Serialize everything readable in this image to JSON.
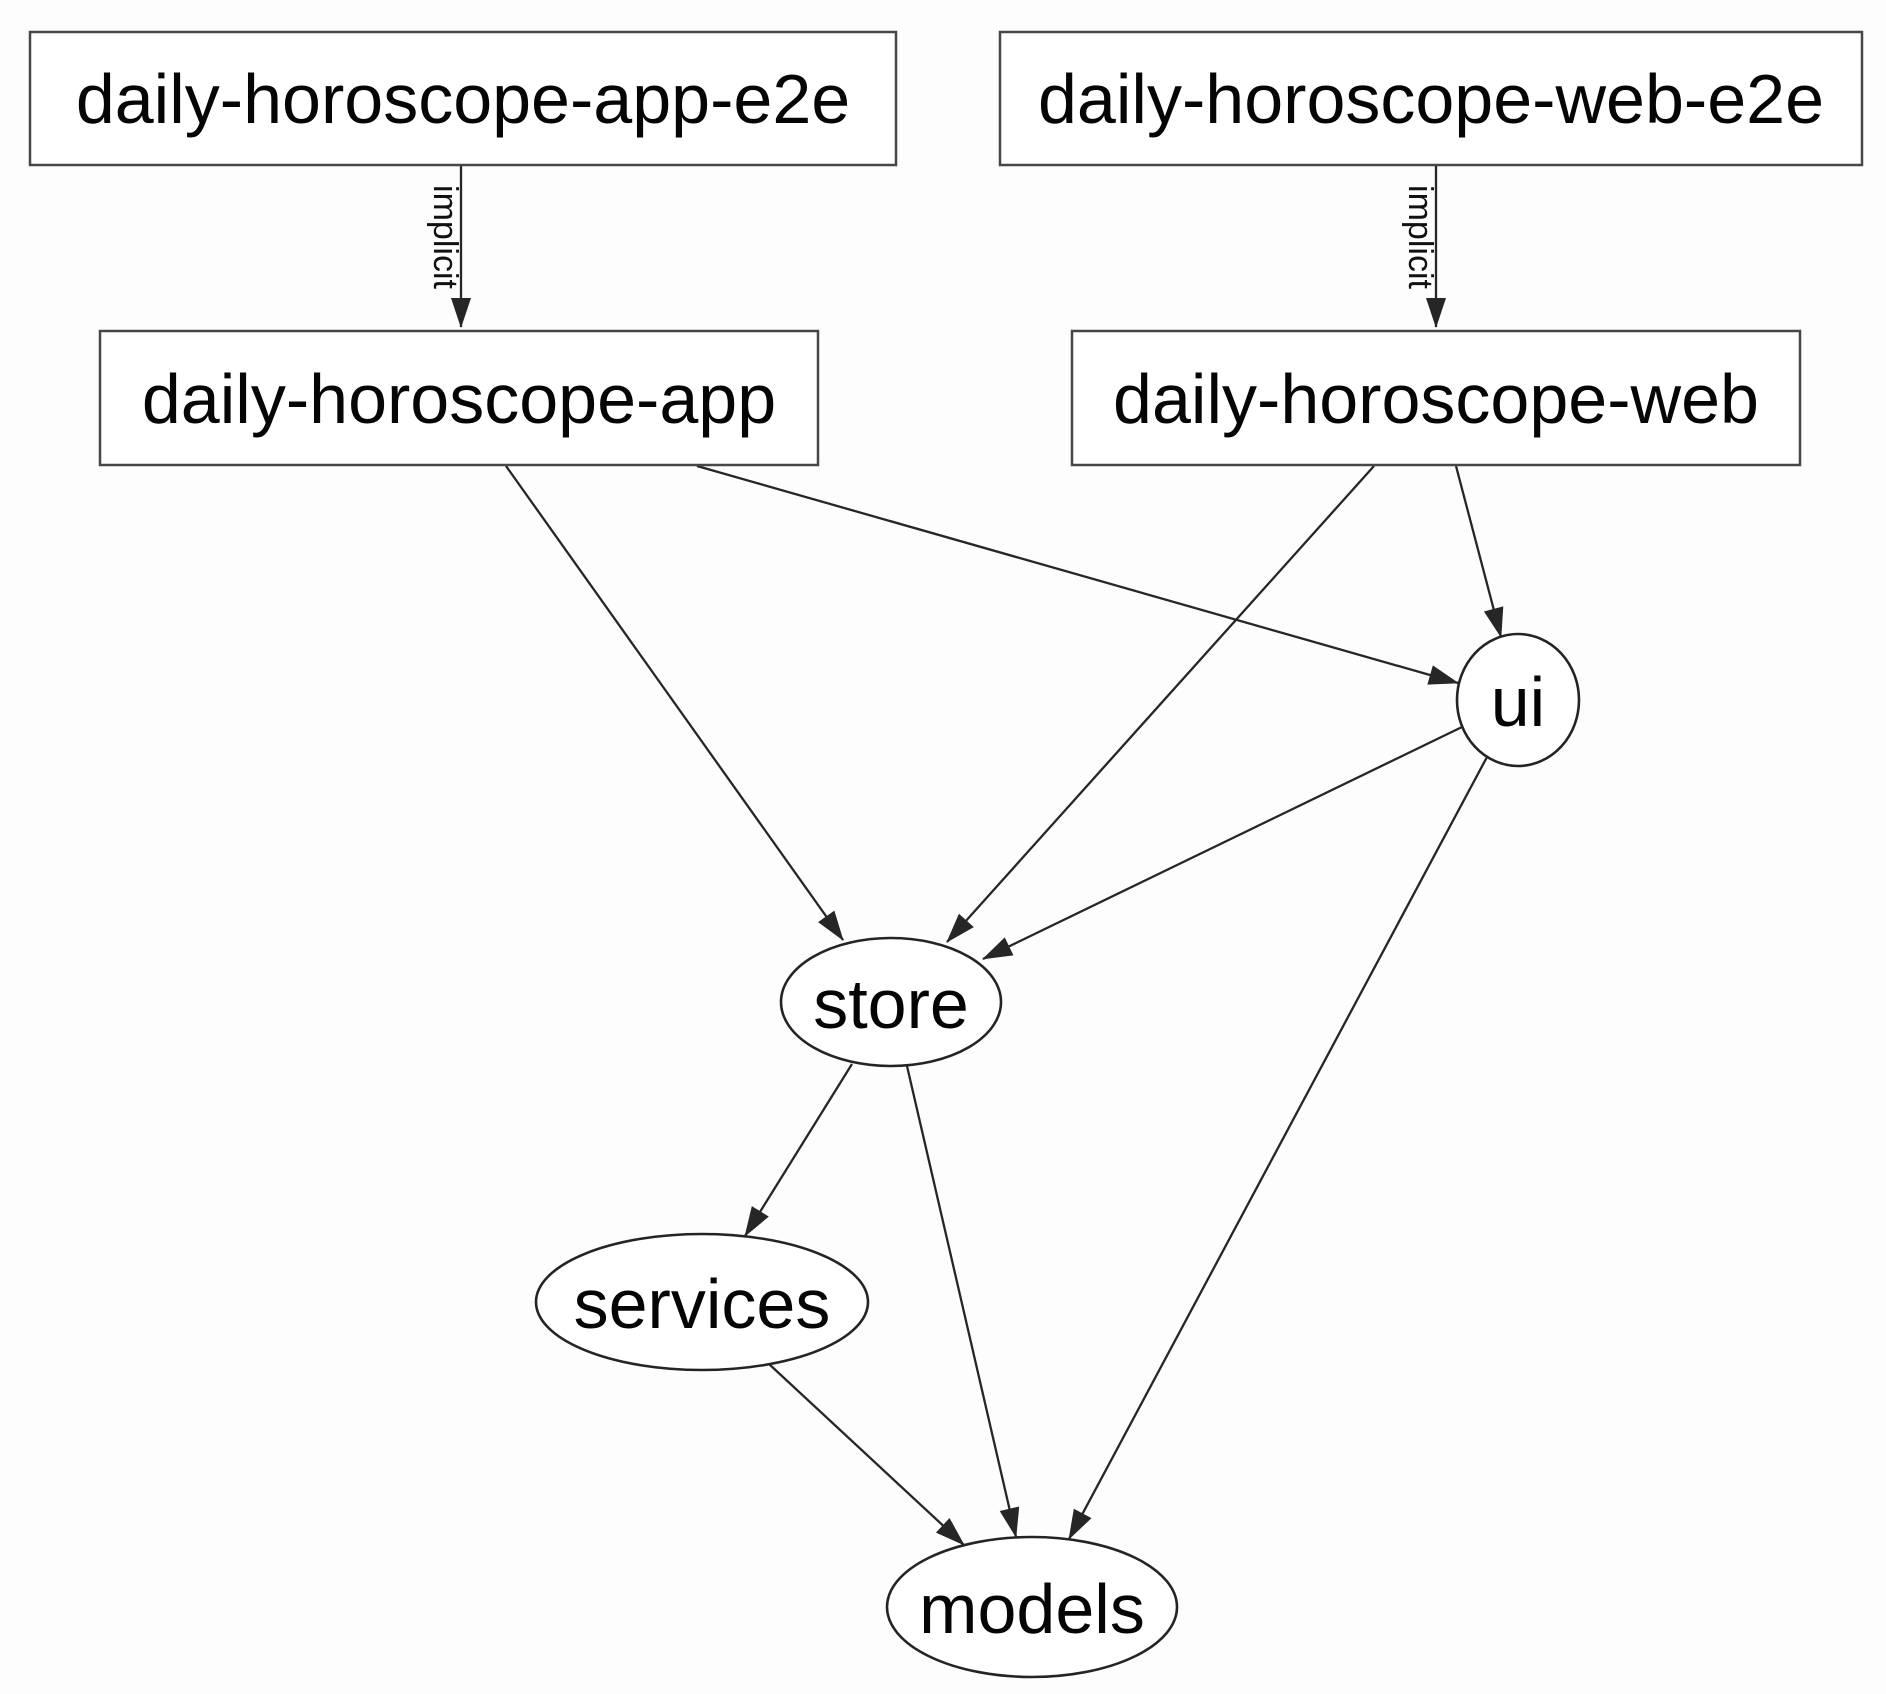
{
  "diagram": {
    "kind": "project-dependency-graph",
    "background": "#fdfdfd",
    "colors": {
      "rect_node_border": "#474747",
      "ellipse_node_border": "#242424",
      "edge": "#262626",
      "text": "#050505",
      "background": "#fdfdfd"
    },
    "nodes": [
      {
        "id": "daily-horoscope-app-e2e",
        "label": "daily-horoscope-app-e2e",
        "shape": "rect"
      },
      {
        "id": "daily-horoscope-web-e2e",
        "label": "daily-horoscope-web-e2e",
        "shape": "rect"
      },
      {
        "id": "daily-horoscope-app",
        "label": "daily-horoscope-app",
        "shape": "rect"
      },
      {
        "id": "daily-horoscope-web",
        "label": "daily-horoscope-web",
        "shape": "rect"
      },
      {
        "id": "ui",
        "label": "ui",
        "shape": "ellipse"
      },
      {
        "id": "store",
        "label": "store",
        "shape": "ellipse"
      },
      {
        "id": "services",
        "label": "services",
        "shape": "ellipse"
      },
      {
        "id": "models",
        "label": "models",
        "shape": "ellipse"
      }
    ],
    "edges": [
      {
        "from": "daily-horoscope-app-e2e",
        "to": "daily-horoscope-app",
        "label": "implicit"
      },
      {
        "from": "daily-horoscope-web-e2e",
        "to": "daily-horoscope-web",
        "label": "implicit"
      },
      {
        "from": "daily-horoscope-app",
        "to": "store",
        "label": ""
      },
      {
        "from": "daily-horoscope-app",
        "to": "ui",
        "label": ""
      },
      {
        "from": "daily-horoscope-web",
        "to": "store",
        "label": ""
      },
      {
        "from": "daily-horoscope-web",
        "to": "ui",
        "label": ""
      },
      {
        "from": "ui",
        "to": "store",
        "label": ""
      },
      {
        "from": "ui",
        "to": "models",
        "label": ""
      },
      {
        "from": "store",
        "to": "services",
        "label": ""
      },
      {
        "from": "store",
        "to": "models",
        "label": ""
      },
      {
        "from": "services",
        "to": "models",
        "label": ""
      }
    ]
  }
}
